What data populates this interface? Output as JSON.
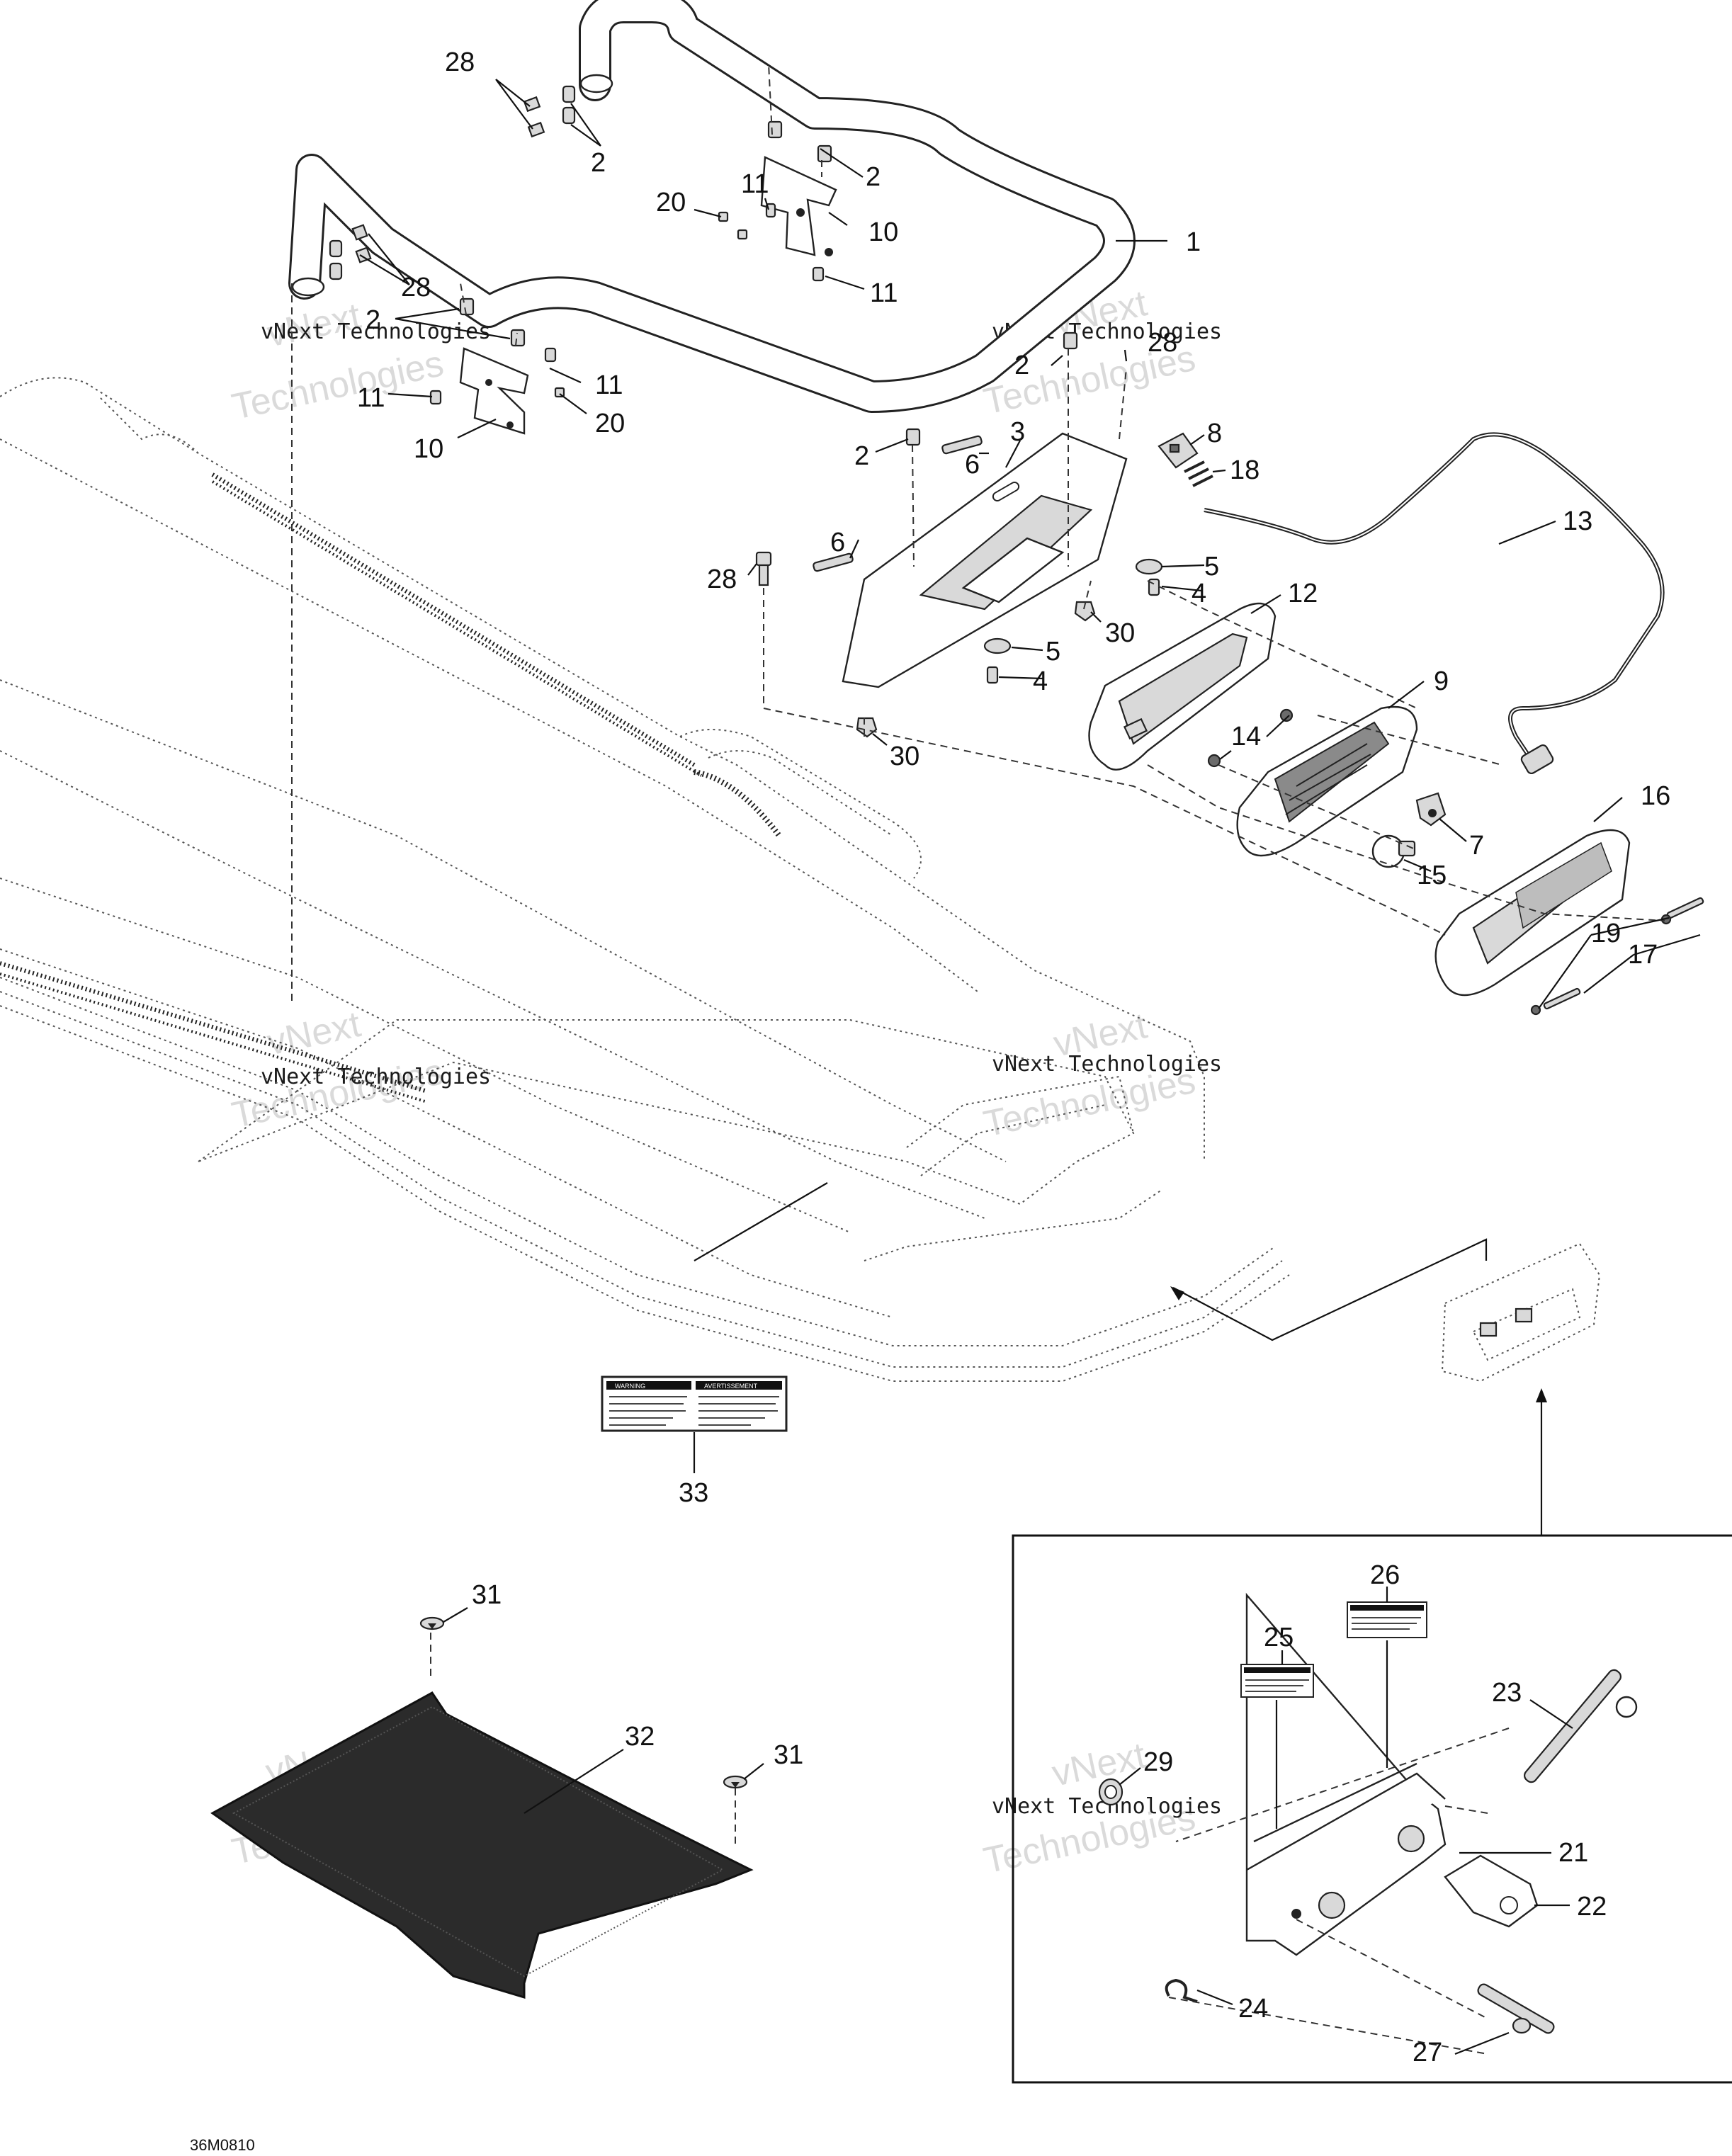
{
  "diagram": {
    "drawing_number": "36M0810",
    "watermark": {
      "line1": "vNext",
      "line2": "Technologies",
      "stamp": "vNext Technologies"
    },
    "callouts": {
      "c1": "1",
      "c2": "2",
      "c3": "3",
      "c4": "4",
      "c5": "5",
      "c6": "6",
      "c7": "7",
      "c8": "8",
      "c9": "9",
      "c10": "10",
      "c11": "11",
      "c12": "12",
      "c13": "13",
      "c14": "14",
      "c15": "15",
      "c16": "16",
      "c17": "17",
      "c18": "18",
      "c19": "19",
      "c20": "20",
      "c21": "21",
      "c22": "22",
      "c23": "23",
      "c24": "24",
      "c25": "25",
      "c26": "26",
      "c27": "27",
      "c28": "28",
      "c29": "29",
      "c30": "30",
      "c31": "31",
      "c32": "32",
      "c33": "33"
    },
    "label_33": {
      "left_title": "WARNING",
      "right_title": "AVERTISSEMENT"
    }
  }
}
